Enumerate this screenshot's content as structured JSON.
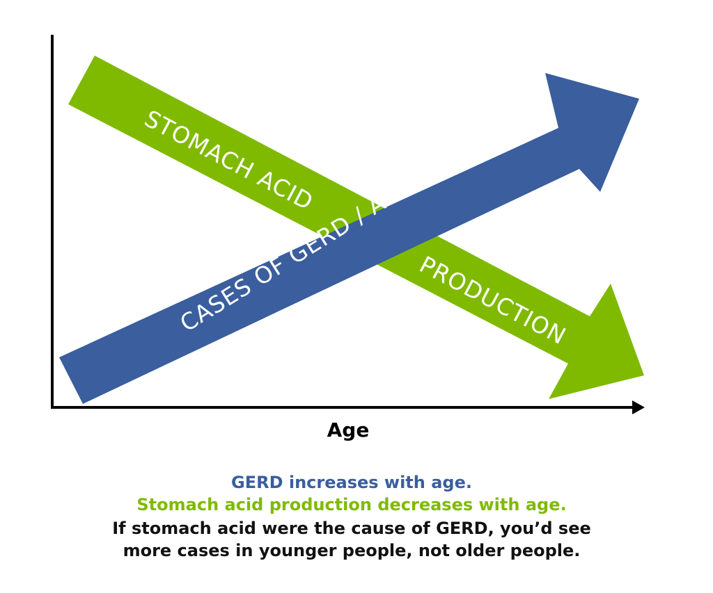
{
  "colors": {
    "green": "#7fba00",
    "blue": "#3a5e9e",
    "axis": "#000000",
    "text_dark": "#111111"
  },
  "arrows": {
    "green_label_1": "STOMACH ACID",
    "green_label_2": "PRODUCTION",
    "blue_label": "CASES OF GERD / ACID REFLUX"
  },
  "axis": {
    "x_label": "Age"
  },
  "caption": {
    "line1": "GERD increases with age.",
    "line2": "Stomach acid production decreases with age.",
    "line3": "If stomach acid were the cause of GERD, you’d see",
    "line4": "more cases in younger people, not older people."
  }
}
